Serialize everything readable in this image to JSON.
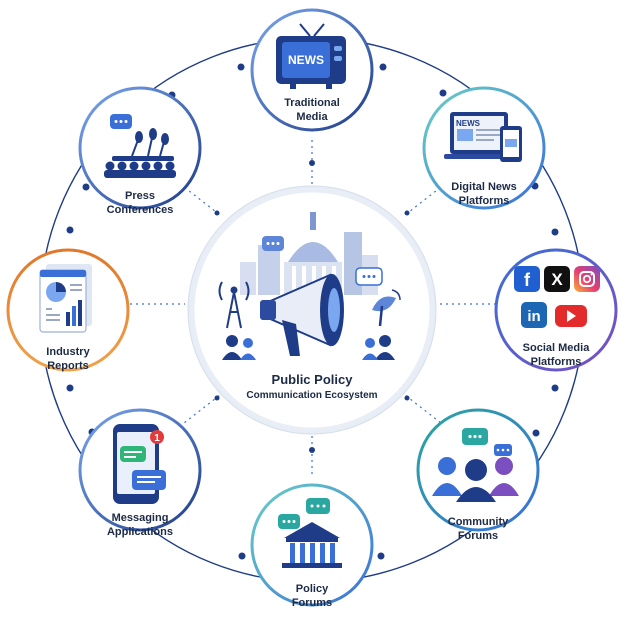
{
  "center": {
    "title": "Public Policy",
    "subtitle": "Communication Ecosystem"
  },
  "nodes": {
    "traditional_media": {
      "lines": [
        "Traditional",
        "Media"
      ],
      "icon_text": "NEWS",
      "icon": "tv-icon"
    },
    "digital_news": {
      "lines": [
        "Digital News",
        "Platforms"
      ],
      "icon_text": "NEWS",
      "icon": "devices-icon"
    },
    "social_media": {
      "lines": [
        "Social Media",
        "Platforms"
      ],
      "icon": "social-logos-icon"
    },
    "community_forums": {
      "lines": [
        "Community",
        "Forums"
      ],
      "icon": "people-chat-icon"
    },
    "policy_forums": {
      "lines": [
        "Policy",
        "Forums"
      ],
      "icon": "institution-icon"
    },
    "messaging_apps": {
      "lines": [
        "Messaging",
        "Applications"
      ],
      "icon": "phone-chat-icon",
      "badge": "1"
    },
    "industry_reports": {
      "lines": [
        "Industry",
        "Reports"
      ],
      "icon": "report-icon"
    },
    "press_conferences": {
      "lines": [
        "Press",
        "Conferences"
      ],
      "icon": "microphones-icon"
    }
  },
  "social_logos": {
    "facebook": "f",
    "x": "X",
    "linkedin": "in"
  },
  "colors": {
    "navy": "#1f3c88",
    "blue": "#3a6fd8",
    "teal": "#2aa7a0",
    "purple": "#6b4fb8",
    "orange": "#e0782b",
    "ring": "#1f3c88",
    "green": "#2fb577"
  }
}
